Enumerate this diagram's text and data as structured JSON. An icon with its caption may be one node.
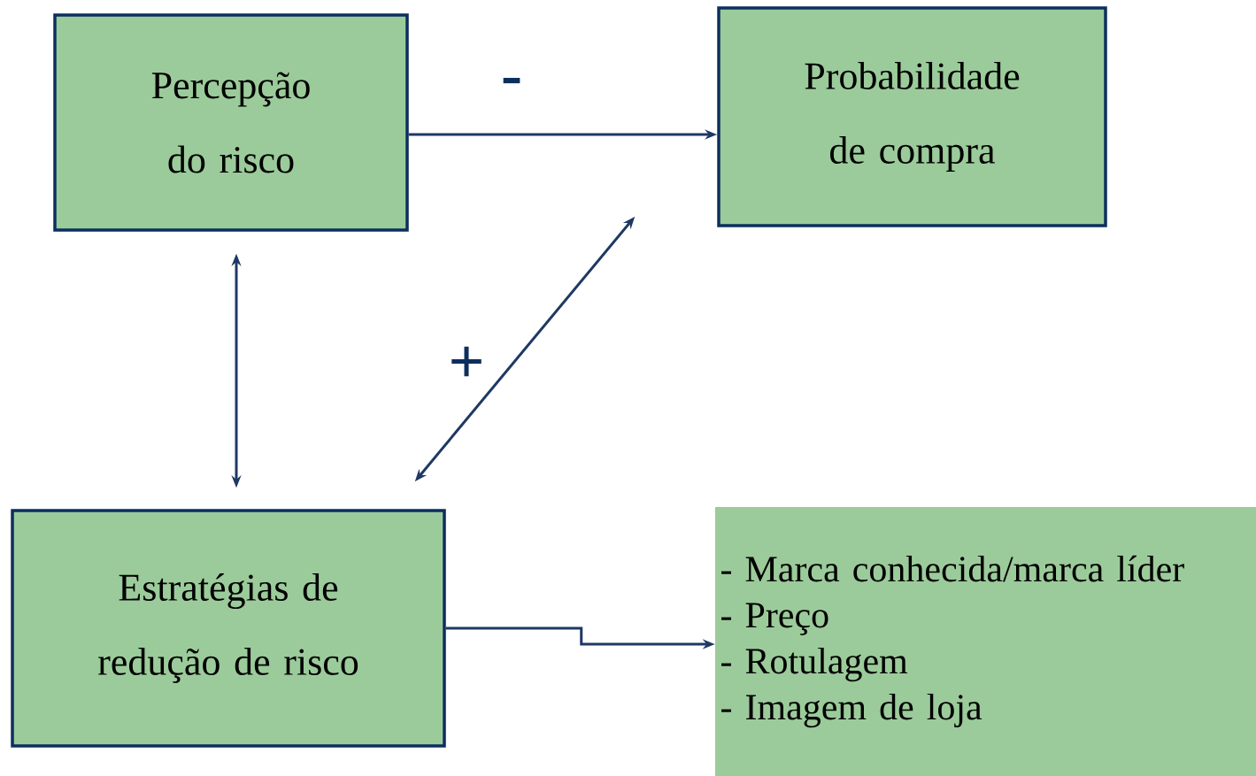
{
  "diagram": {
    "nodes": [
      {
        "text": [
          "Percepção do risco"
        ]
      },
      {
        "text": [
          "Probabilidade de compra"
        ]
      },
      {
        "text": [
          "Estratégias de redução de risco"
        ]
      },
      {
        "text": [
          "- Marca conhecida/marca líder",
          "- Preço",
          "- Rotulagem",
          "- Imagem de loja"
        ]
      }
    ],
    "edges": [
      {
        "from": 0,
        "to": 1,
        "arrow": "to",
        "label": "-"
      },
      {
        "from": 0,
        "to": 2,
        "arrow": "both"
      },
      {
        "from": 2,
        "to": 1,
        "arrow": "both",
        "label": "+"
      },
      {
        "from": 2,
        "to": 3,
        "arrow": "to"
      }
    ]
  }
}
